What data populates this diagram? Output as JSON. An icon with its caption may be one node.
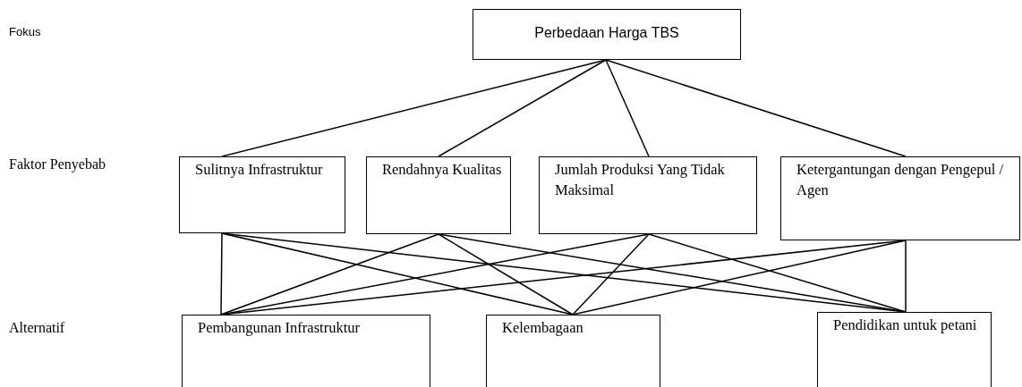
{
  "diagram": {
    "nodes": [
      {
        "text": [
          "Perbedaan Harga TBS"
        ]
      },
      {
        "text": [
          "Sulitnya Infrastruktur"
        ]
      },
      {
        "text": [
          "Rendahnya Kualitas"
        ]
      },
      {
        "text": [
          "Jumlah Produksi Yang Tidak Maksimal"
        ]
      },
      {
        "text": [
          "Ketergantungan dengan Pengepul / Agen"
        ]
      },
      {
        "text": [
          "Pembangunan Infrastruktur"
        ]
      },
      {
        "text": [
          "Kelembagaan"
        ]
      },
      {
        "text": [
          "Pendidikan untuk petani"
        ]
      }
    ],
    "edges": [
      {
        "from": 0,
        "to": 1,
        "arrow": "none"
      },
      {
        "from": 0,
        "to": 2,
        "arrow": "none"
      },
      {
        "from": 0,
        "to": 3,
        "arrow": "none"
      },
      {
        "from": 0,
        "to": 4,
        "arrow": "none"
      },
      {
        "from": 1,
        "to": 5,
        "arrow": "none"
      },
      {
        "from": 1,
        "to": 6,
        "arrow": "none"
      },
      {
        "from": 1,
        "to": 7,
        "arrow": "none"
      },
      {
        "from": 2,
        "to": 5,
        "arrow": "none"
      },
      {
        "from": 2,
        "to": 6,
        "arrow": "none"
      },
      {
        "from": 2,
        "to": 7,
        "arrow": "none"
      },
      {
        "from": 3,
        "to": 5,
        "arrow": "none"
      },
      {
        "from": 3,
        "to": 6,
        "arrow": "none"
      },
      {
        "from": 3,
        "to": 7,
        "arrow": "none"
      },
      {
        "from": 4,
        "to": 5,
        "arrow": "none"
      },
      {
        "from": 4,
        "to": 6,
        "arrow": "none"
      },
      {
        "from": 4,
        "to": 7,
        "arrow": "none"
      }
    ],
    "labels": [
      "Fokus",
      "Faktor Penyebab",
      "Alternatif"
    ]
  }
}
